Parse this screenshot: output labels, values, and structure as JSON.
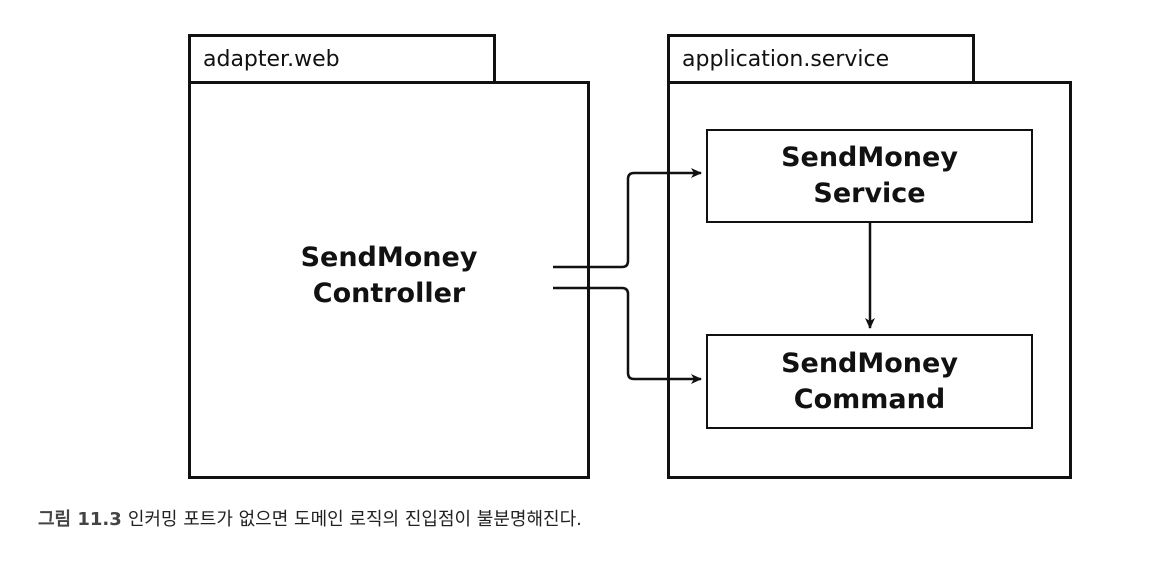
{
  "packages": {
    "adapter": {
      "name": "adapter.web"
    },
    "application": {
      "name": "application.service"
    }
  },
  "nodes": {
    "controller": {
      "line1": "SendMoney",
      "line2": "Controller"
    },
    "service": {
      "line1": "SendMoney",
      "line2": "Service"
    },
    "command": {
      "line1": "SendMoney",
      "line2": "Command"
    }
  },
  "caption": {
    "figure_number": "그림 11.3",
    "text": "인커밍 포트가 없으면 도메인 로직의 진입점이 불분명해진다."
  },
  "colors": {
    "stroke": "#111111",
    "background": "#ffffff"
  }
}
